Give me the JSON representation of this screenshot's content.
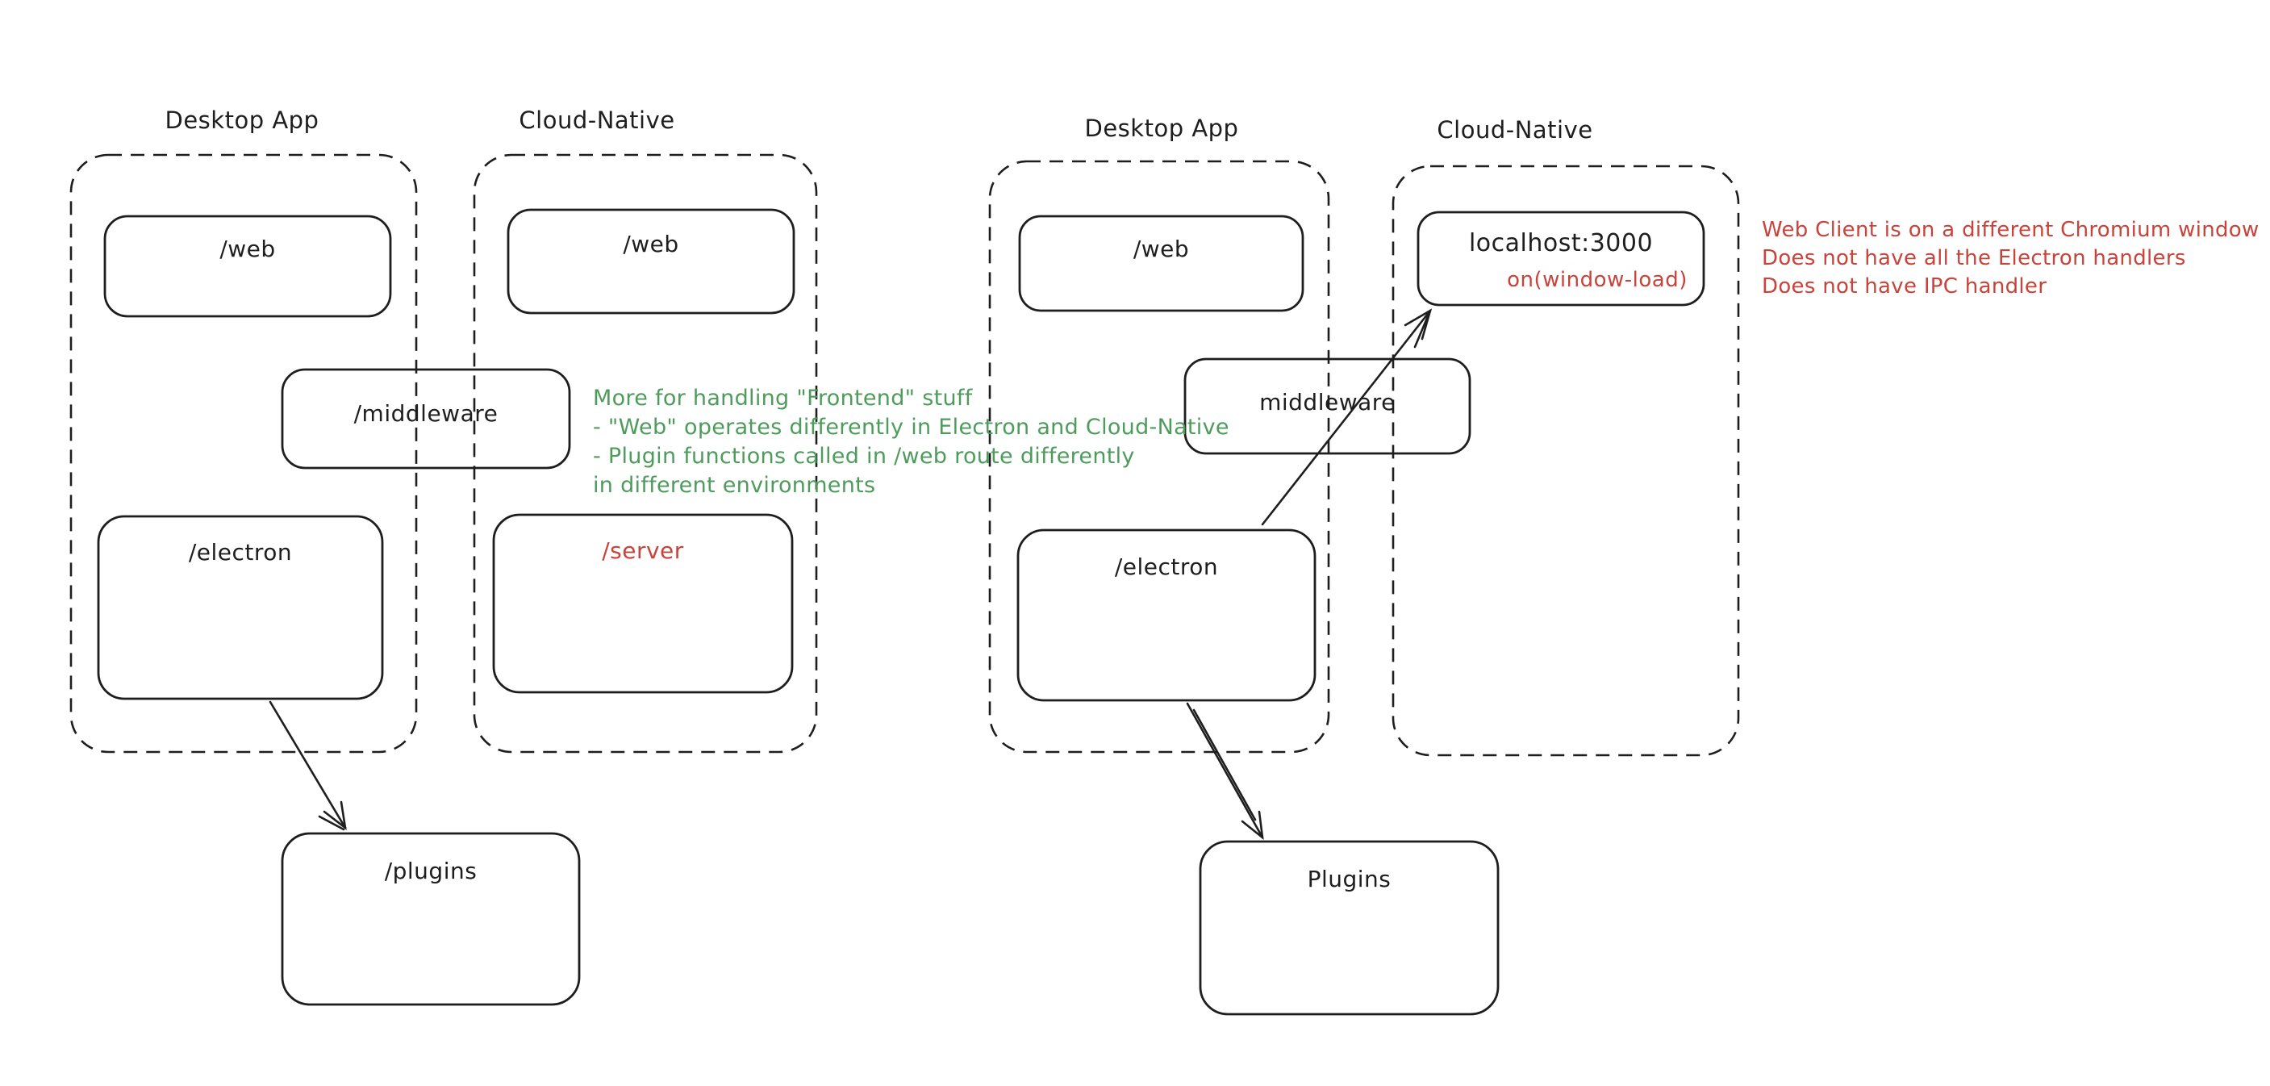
{
  "colors": {
    "ink": "#1e1e1e",
    "green": "#4e9c5c",
    "red": "#c9433a",
    "background": "#ffffff"
  },
  "left_diagram": {
    "desktop_container_label": "Desktop App",
    "cloud_container_label": "Cloud-Native",
    "desktop_web_box": "/web",
    "cloud_web_box": "/web",
    "middleware_box": "/middleware",
    "electron_box": "/electron",
    "server_box": "/server",
    "plugins_box": "/plugins",
    "green_note": {
      "line1": "More for handling \"Frontend\" stuff",
      "line2": "- \"Web\" operates differently in Electron and Cloud-Native",
      "line3": "- Plugin functions called in /web route differently",
      "line4": "in different environments"
    }
  },
  "right_diagram": {
    "desktop_container_label": "Desktop App",
    "cloud_container_label": "Cloud-Native",
    "desktop_web_box": "/web",
    "localhost_box": "localhost:3000",
    "localhost_sub": "on(window-load)",
    "middleware_box": "middleware",
    "electron_box": "/electron",
    "plugins_box": "Plugins",
    "red_note": {
      "line1": "Web Client is on a different Chromium window",
      "line2": "Does not have all the Electron handlers",
      "line3": "Does not have IPC handler"
    }
  }
}
